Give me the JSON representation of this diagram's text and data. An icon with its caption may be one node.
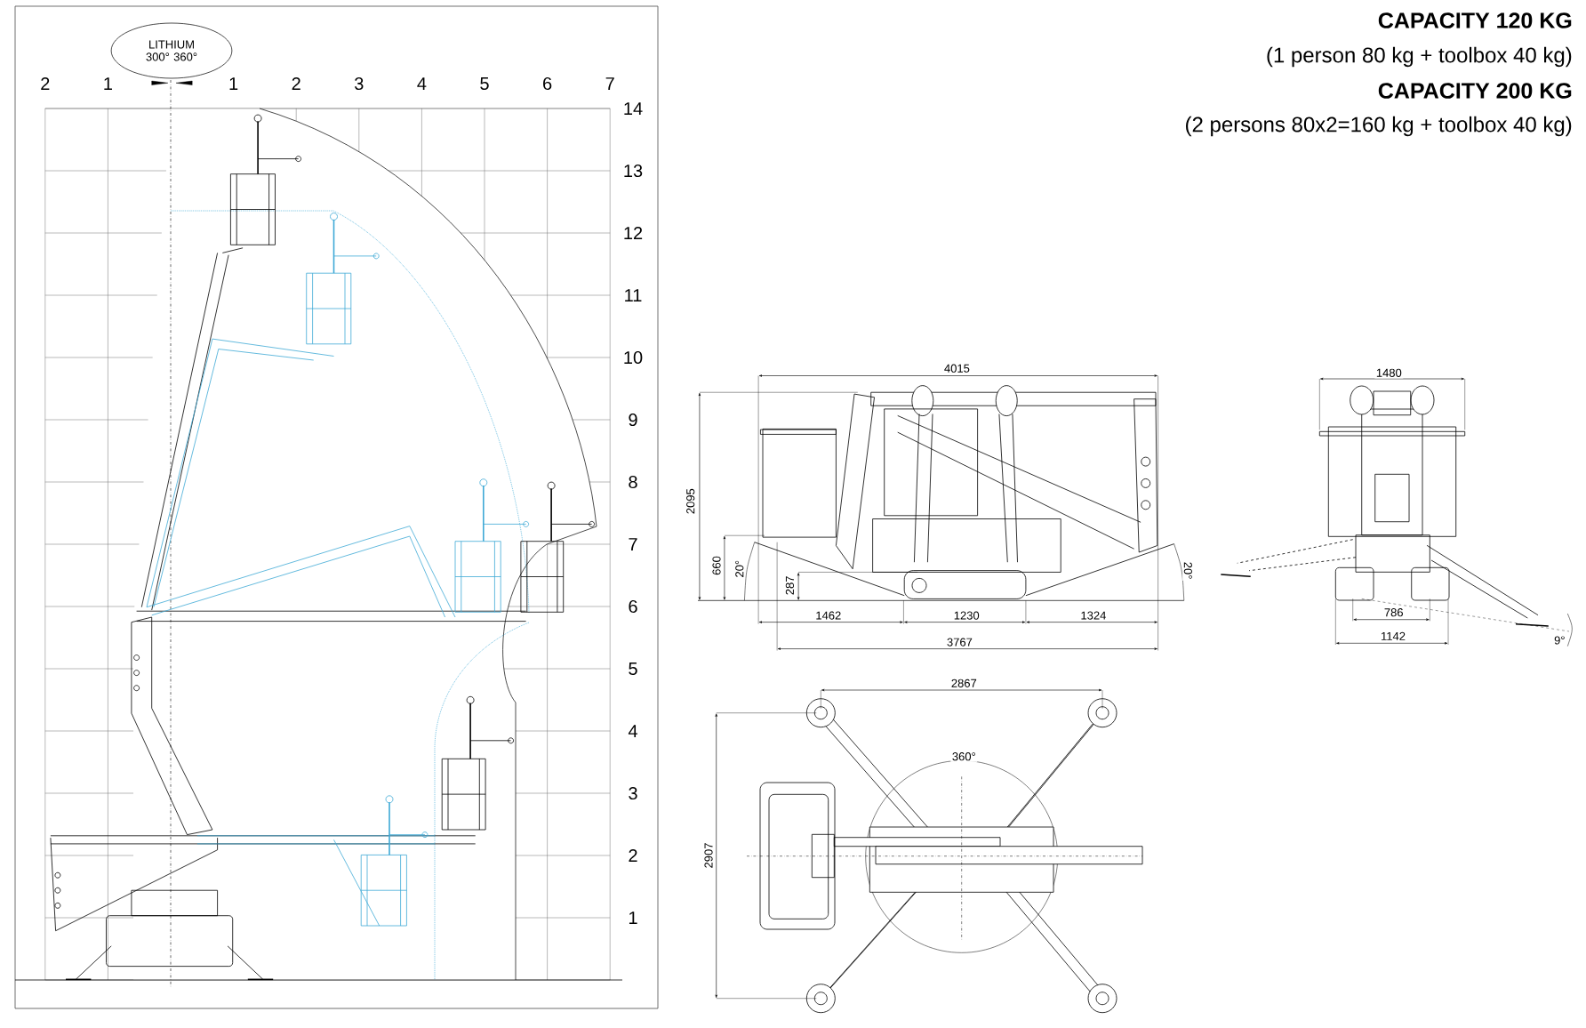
{
  "diagram": {
    "nodes": [
      {
        "text": [
          "LITHIUM 300° 360°"
        ]
      }
    ],
    "labels": [
      "CAPACITY 120 KG",
      "(1 person 80 kg + toolbox 40 kg)",
      "CAPACITY 200 KG",
      "(2 persons 80x2=160 kg + toolbox 40 kg)",
      "2",
      "1",
      "1",
      "2",
      "3",
      "4",
      "5",
      "6",
      "7",
      "14",
      "13",
      "12",
      "11",
      "10",
      "9",
      "8",
      "7",
      "6",
      "5",
      "4",
      "3",
      "2",
      "1",
      "4015",
      "2095",
      "660",
      "20°",
      "287",
      "20°",
      "1462",
      "1230",
      "1324",
      "3767",
      "1480",
      "786",
      "1142",
      "9°",
      "2867",
      "360°",
      "2907"
    ]
  }
}
